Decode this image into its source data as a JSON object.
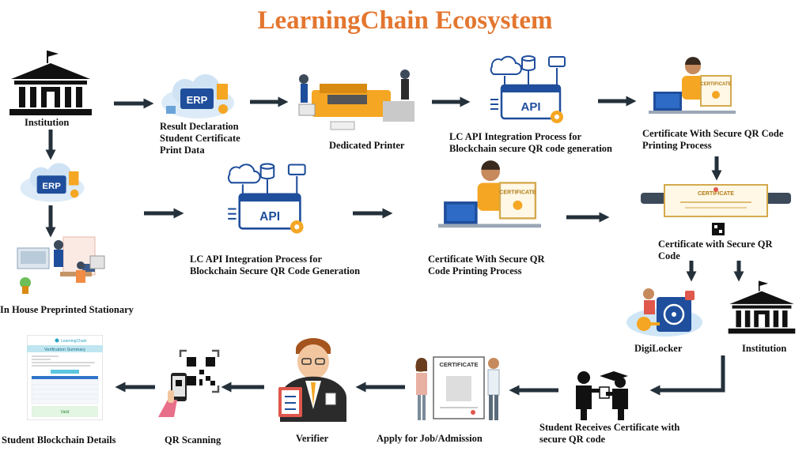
{
  "title": "LearningChain Ecosystem",
  "colors": {
    "title": "#e3762f",
    "arrow": "#24303a",
    "accent_blue": "#1f4e9c",
    "accent_orange": "#f5a623"
  },
  "nodes": {
    "institution_top": {
      "label": "Institution",
      "icon": "institution-building-icon"
    },
    "erp_top": {
      "label_lines": [
        "Result Declaration",
        "Student Certificate",
        "Print Data"
      ],
      "icon": "erp-cloud-icon",
      "icon_text": "ERP"
    },
    "printer": {
      "label": "Dedicated Printer",
      "icon": "industrial-printer-icon"
    },
    "api_top": {
      "label_lines": [
        "LC API Integration Process for",
        "Blockchain secure QR code generation"
      ],
      "icon": "api-integration-icon",
      "icon_text": "API"
    },
    "cert_print_top": {
      "label_lines": [
        "Certificate With  Secure QR Code",
        "Printing Process"
      ],
      "icon": "certificate-printing-icon",
      "icon_text": "CERTIFICATE"
    },
    "erp_left": {
      "icon": "erp-cloud-icon",
      "icon_text": "ERP"
    },
    "stationary": {
      "label": "In House Preprinted Stationary",
      "icon": "office-stationary-icon"
    },
    "api_mid": {
      "label_lines": [
        "LC API Integration Process for",
        "Blockchain Secure QR Code Generation"
      ],
      "icon": "api-integration-icon",
      "icon_text": "API"
    },
    "cert_print_mid": {
      "label_lines": [
        "Certificate With Secure QR",
        "Code Printing Process"
      ],
      "icon": "certificate-printing-icon",
      "icon_text": "CERTIFICATE"
    },
    "cert_qr": {
      "label_lines": [
        "Certificate with Secure QR",
        "Code"
      ],
      "icon": "certificate-with-qr-icon",
      "icon_text": "CERTIFICATE"
    },
    "digilocker": {
      "label": "DigiLocker",
      "icon": "digilocker-icon"
    },
    "institution_right": {
      "label": "Institution",
      "icon": "institution-building-icon"
    },
    "student_receives": {
      "label_lines": [
        "Student Receives  Certificate with",
        "secure QR code"
      ],
      "icon": "graduate-handover-icon"
    },
    "apply_job": {
      "label": "Apply for Job/Admission",
      "icon": "job-application-icon",
      "icon_text": "CERTIFICATE"
    },
    "verifier": {
      "label": "Verifier",
      "icon": "verifier-person-icon"
    },
    "qr_scanning": {
      "label": "QR Scanning",
      "icon": "qr-scanning-phone-icon"
    },
    "blockchain_details": {
      "label": "Student Blockchain Details",
      "icon": "verification-summary-icon",
      "brand": "LearningChain",
      "heading": "Verification Summary",
      "status": "Valid"
    }
  }
}
